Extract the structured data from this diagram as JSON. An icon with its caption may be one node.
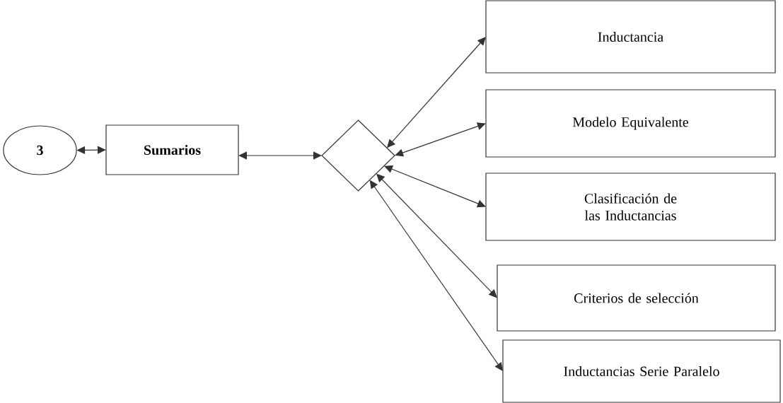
{
  "diagram": {
    "nodes": [
      {
        "text": [
          "3"
        ]
      },
      {
        "text": [
          "Sumarios"
        ]
      },
      {
        "text": [],
        "shape": "diamond"
      },
      {
        "text": [
          "Inductancia"
        ]
      },
      {
        "text": [
          "Modelo Equivalente"
        ]
      },
      {
        "text": [
          "Clasificación de las Inductancias"
        ]
      },
      {
        "text": [
          "Criterios de selección"
        ]
      },
      {
        "text": [
          "Inductancias Serie Paralelo"
        ]
      }
    ],
    "edges": [
      {
        "from": 0,
        "to": 1,
        "arrow": "both"
      },
      {
        "from": 1,
        "to": 2,
        "arrow": "both"
      },
      {
        "from": 2,
        "to": 3,
        "arrow": "both"
      },
      {
        "from": 2,
        "to": 4,
        "arrow": "both"
      },
      {
        "from": 2,
        "to": 5,
        "arrow": "both"
      },
      {
        "from": 2,
        "to": 6,
        "arrow": "both"
      },
      {
        "from": 2,
        "to": 7,
        "arrow": "both"
      }
    ]
  }
}
